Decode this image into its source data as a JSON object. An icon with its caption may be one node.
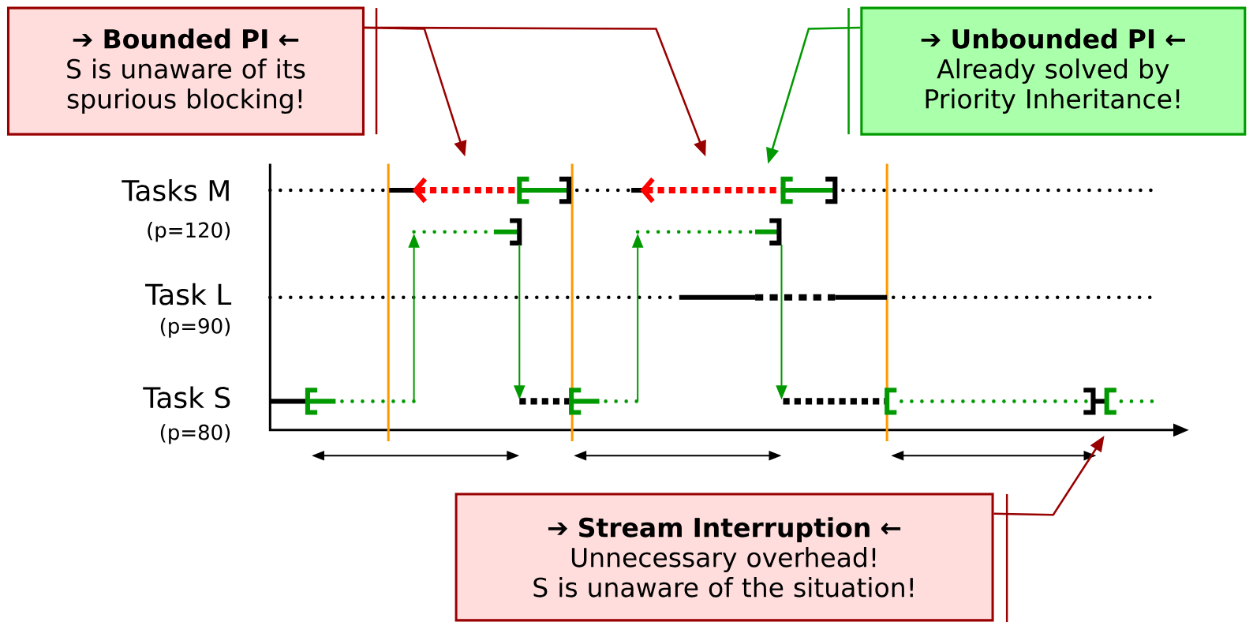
{
  "diagram": {
    "nodes": [
      {
        "text": [
          "➔ Bounded PI ←",
          "S is unaware of its spurious blocking!"
        ]
      },
      {
        "text": [
          "➔ Unbounded PI ←",
          "Already solved by Priority Inheritance!"
        ]
      },
      {
        "text": [
          "➔ Stream Interruption ←",
          "Unnecessary overhead!",
          "S is unaware of the situation!"
        ]
      }
    ],
    "edges": [
      {
        "from": 0,
        "to": null,
        "arrow": "to"
      },
      {
        "from": 0,
        "to": null,
        "arrow": "to"
      },
      {
        "from": 1,
        "to": null,
        "arrow": "to",
        "color": "#009900"
      },
      {
        "from": 2,
        "to": null,
        "arrow": "to"
      }
    ],
    "labels": [
      "Tasks M",
      "(p=120)",
      "Task L",
      "(p=90)",
      "Task S",
      "(p=80)"
    ]
  }
}
